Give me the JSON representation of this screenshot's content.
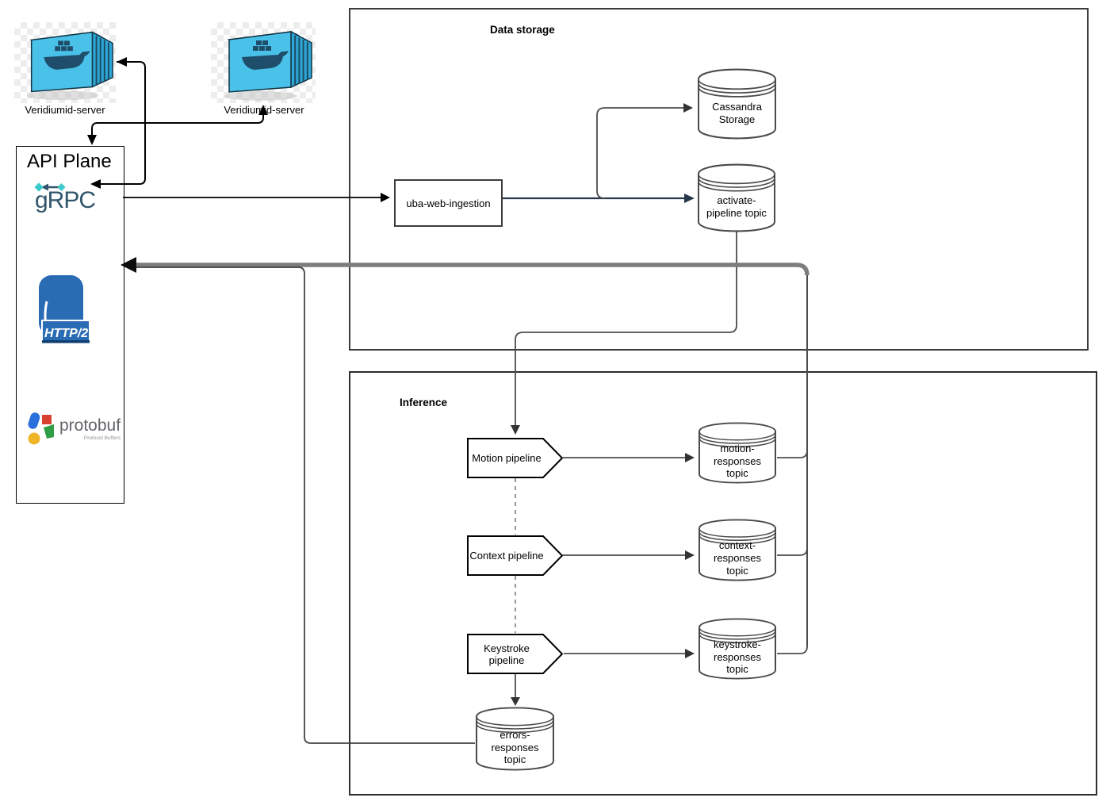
{
  "groups": {
    "data_storage": {
      "title": "Data storage"
    },
    "inference": {
      "title": "Inference"
    },
    "api_plane": {
      "title": "API Plane"
    }
  },
  "containers": {
    "left": {
      "label": "Veridiumid-server"
    },
    "right": {
      "label": "Veridiumid-server"
    }
  },
  "logos": {
    "grpc": {
      "text": "gRPC"
    },
    "http2": {
      "text": "HTTP/2"
    },
    "protobuf": {
      "text": "protobuf",
      "subtext": "Protocol Buffers"
    }
  },
  "nodes": {
    "uba_web_ingestion": {
      "label": "uba-web-ingestion"
    },
    "cassandra_storage": {
      "label": "Cassandra\nStorage"
    },
    "activate_pipeline_topic": {
      "label": "activate-\npipeline topic"
    },
    "motion_pipeline": {
      "label": "Motion pipeline"
    },
    "context_pipeline": {
      "label": "Context pipeline"
    },
    "keystroke_pipeline": {
      "label": "Keystroke pipeline"
    },
    "motion_responses_topic": {
      "label": "motion-\nresponses\ntopic"
    },
    "context_responses_topic": {
      "label": "context-\nresponses\ntopic"
    },
    "keystroke_responses_topic": {
      "label": "keystroke-\nresponses\ntopic"
    },
    "errors_responses_topic": {
      "label": "errors-\nresponses\ntopic"
    }
  },
  "edges": [
    {
      "from": "veridiumid-server-left",
      "to": "grpc",
      "style": "solid"
    },
    {
      "from": "veridiumid-server-right",
      "to": "api-plane",
      "style": "solid"
    },
    {
      "from": "api-plane",
      "to": "uba-web-ingestion",
      "style": "solid"
    },
    {
      "from": "uba-web-ingestion",
      "to": "activate-pipeline-topic",
      "style": "solid-navy"
    },
    {
      "from": "uba-web-ingestion",
      "to": "cassandra-storage",
      "style": "solid"
    },
    {
      "from": "activate-pipeline-topic",
      "to": "motion-pipeline",
      "style": "solid"
    },
    {
      "from": "motion-pipeline",
      "to": "motion-responses-topic",
      "style": "solid"
    },
    {
      "from": "context-pipeline",
      "to": "context-responses-topic",
      "style": "solid"
    },
    {
      "from": "keystroke-pipeline",
      "to": "keystroke-responses-topic",
      "style": "solid"
    },
    {
      "from": "motion-pipeline",
      "to": "context-pipeline",
      "style": "dashed"
    },
    {
      "from": "context-pipeline",
      "to": "keystroke-pipeline",
      "style": "dashed"
    },
    {
      "from": "keystroke-pipeline",
      "to": "errors-responses-topic",
      "style": "solid"
    },
    {
      "from": "motion-responses-topic",
      "to": "api-plane",
      "style": "solid"
    },
    {
      "from": "context-responses-topic",
      "to": "api-plane",
      "style": "solid"
    },
    {
      "from": "keystroke-responses-topic",
      "to": "api-plane",
      "style": "solid"
    },
    {
      "from": "errors-responses-topic",
      "to": "api-plane",
      "style": "solid"
    }
  ],
  "colors": {
    "wire": "#4d4d4d",
    "wire_black": "#000000",
    "wire_navy": "#26374a",
    "return_bar": "#7d7d7d",
    "docker_blue": "#49c1e9",
    "http2_blue": "#2a6cb4",
    "grpc_teal": "#3bc9c9",
    "grpc_text": "#31566b"
  }
}
